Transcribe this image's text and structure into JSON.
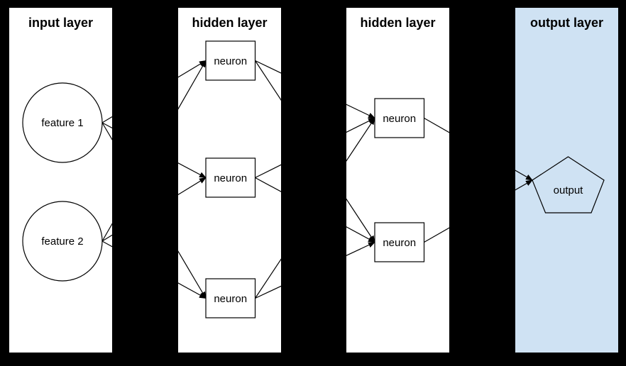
{
  "diagram": {
    "type": "neural-network",
    "colors": {
      "background": "#000000",
      "layer_fill": "#ffffff",
      "output_layer_fill": "#cfe2f3",
      "stroke": "#000000"
    },
    "layers": [
      {
        "id": "input",
        "title": "input layer",
        "nodes": [
          {
            "id": "feature1",
            "label": "feature 1",
            "shape": "circle"
          },
          {
            "id": "feature2",
            "label": "feature 2",
            "shape": "circle"
          }
        ]
      },
      {
        "id": "hidden1",
        "title": "hidden layer",
        "nodes": [
          {
            "id": "h1n1",
            "label": "neuron",
            "shape": "rectangle"
          },
          {
            "id": "h1n2",
            "label": "neuron",
            "shape": "rectangle"
          },
          {
            "id": "h1n3",
            "label": "neuron",
            "shape": "rectangle"
          }
        ]
      },
      {
        "id": "hidden2",
        "title": "hidden layer",
        "nodes": [
          {
            "id": "h2n1",
            "label": "neuron",
            "shape": "rectangle"
          },
          {
            "id": "h2n2",
            "label": "neuron",
            "shape": "rectangle"
          }
        ]
      },
      {
        "id": "output",
        "title": "output layer",
        "nodes": [
          {
            "id": "out1",
            "label": "output",
            "shape": "pentagon"
          }
        ]
      }
    ],
    "edges": [
      {
        "from": "feature1",
        "to": "h1n1"
      },
      {
        "from": "feature1",
        "to": "h1n2"
      },
      {
        "from": "feature1",
        "to": "h1n3"
      },
      {
        "from": "feature2",
        "to": "h1n1"
      },
      {
        "from": "feature2",
        "to": "h1n2"
      },
      {
        "from": "feature2",
        "to": "h1n3"
      },
      {
        "from": "h1n1",
        "to": "h2n1"
      },
      {
        "from": "h1n1",
        "to": "h2n2"
      },
      {
        "from": "h1n2",
        "to": "h2n1"
      },
      {
        "from": "h1n2",
        "to": "h2n2"
      },
      {
        "from": "h1n3",
        "to": "h2n1"
      },
      {
        "from": "h1n3",
        "to": "h2n2"
      },
      {
        "from": "h2n1",
        "to": "out1"
      },
      {
        "from": "h2n2",
        "to": "out1"
      }
    ]
  }
}
